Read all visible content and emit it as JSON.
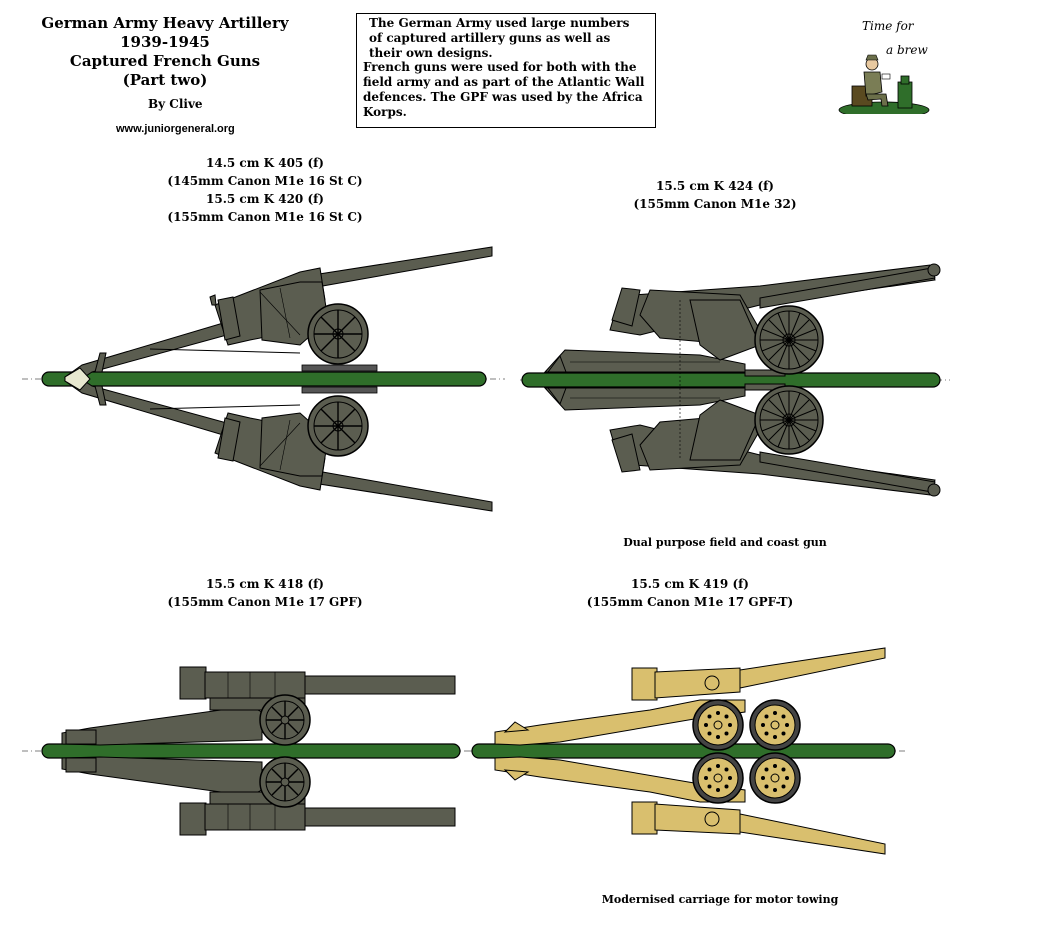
{
  "header": {
    "title_lines": [
      "German Army Heavy Artillery",
      "1939-1945",
      "Captured French Guns",
      "(Part two)"
    ],
    "byline": "By Clive",
    "website": "www.juniorgeneral.org"
  },
  "info_box": {
    "paragraph_1": "The German Army used large numbers of captured artillery guns as well as their own designs.",
    "paragraph_2": "French guns were used for both with the field army and as part of the Atlantic Wall defences. The GPF was used by the Africa Korps."
  },
  "logo": {
    "line_1": "Time for",
    "line_2": "a brew"
  },
  "figures": [
    {
      "labels": [
        "14.5 cm K 405 (f)",
        "(145mm Canon M1e 16 St C)",
        "15.5 cm K 420 (f)",
        "(155mm Canon M1e 16 St C)"
      ],
      "note": "",
      "color": "#5b5d50"
    },
    {
      "labels": [
        "15.5 cm K 424 (f)",
        "(155mm Canon M1e 32)"
      ],
      "note": "Dual purpose field and coast gun",
      "color": "#5b5d50"
    },
    {
      "labels": [
        "15.5 cm K 418 (f)",
        "(155mm Canon M1e 17 GPF)"
      ],
      "note": "",
      "color": "#5b5d50"
    },
    {
      "labels": [
        "15.5 cm K 419 (f)",
        "(155mm Canon M1e 17 GPF-T)"
      ],
      "note": "Modernised carriage for motor towing",
      "color": "#d9bf6e"
    }
  ],
  "colors": {
    "base_green": "#2f6e2a",
    "gun_gray": "#5b5d50",
    "gun_sand": "#d9bf6e",
    "outline": "#000000"
  }
}
